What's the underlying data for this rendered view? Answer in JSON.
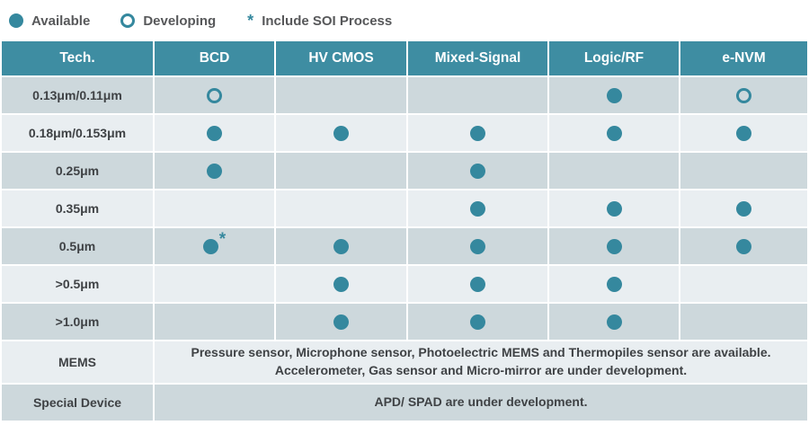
{
  "legend": {
    "available_label": "Available",
    "developing_label": "Developing",
    "note_marker": "*",
    "note_label": "Include SOI Process"
  },
  "colors": {
    "teal": "#3e8da2",
    "dot_teal": "#35889e",
    "row_dark": "#cdd8dc",
    "row_light": "#e9eef1",
    "header_text": "#ffffff",
    "body_text": "#3f4245",
    "legend_text": "#57585a"
  },
  "chart_data": {
    "type": "table",
    "title": "",
    "columns": [
      "Tech.",
      "BCD",
      "HV CMOS",
      "Mixed-Signal",
      "Logic/RF",
      "e-NVM"
    ],
    "legend": [
      {
        "symbol": "filled-circle",
        "label": "Available"
      },
      {
        "symbol": "hollow-circle",
        "label": "Developing"
      },
      {
        "symbol": "asterisk",
        "label": "Include SOI Process"
      }
    ],
    "rows": [
      {
        "tech": "0.13μm/0.11μm",
        "cells": [
          "developing",
          "none",
          "none",
          "available",
          "developing"
        ]
      },
      {
        "tech": "0.18μm/0.153μm",
        "cells": [
          "available",
          "available",
          "available",
          "available",
          "available"
        ]
      },
      {
        "tech": "0.25μm",
        "cells": [
          "available",
          "none",
          "available",
          "none",
          "none"
        ]
      },
      {
        "tech": "0.35μm",
        "cells": [
          "none",
          "none",
          "available",
          "available",
          "available"
        ]
      },
      {
        "tech": "0.5μm",
        "cells": [
          "available-soi",
          "available",
          "available",
          "available",
          "available"
        ]
      },
      {
        "tech": ">0.5μm",
        "cells": [
          "none",
          "available",
          "available",
          "available",
          "none"
        ]
      },
      {
        "tech": ">1.0μm",
        "cells": [
          "none",
          "available",
          "available",
          "available",
          "none"
        ]
      }
    ],
    "note_rows": [
      {
        "tech": "MEMS",
        "lines": [
          "Pressure sensor, Microphone sensor, Photoelectric MEMS and Thermopiles sensor are available.",
          "Accelerometer, Gas sensor and Micro-mirror are under development."
        ]
      },
      {
        "tech": "Special Device",
        "lines": [
          "APD/ SPAD are under development."
        ]
      }
    ]
  }
}
